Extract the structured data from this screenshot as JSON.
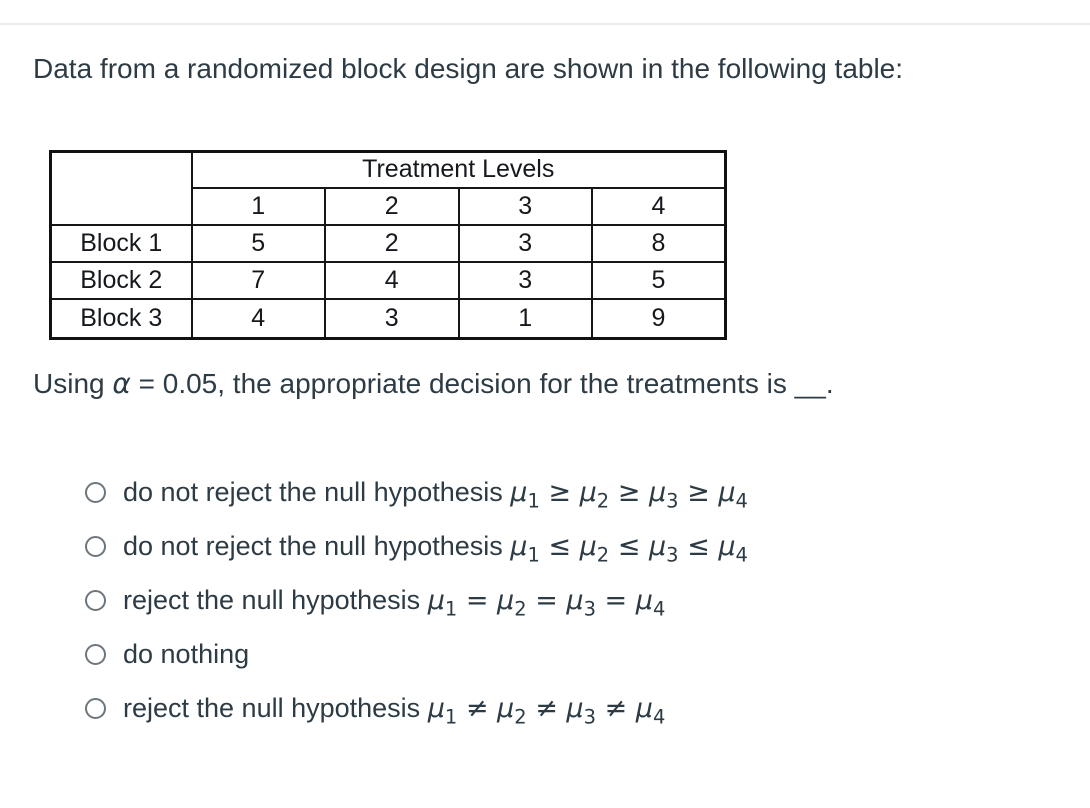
{
  "question": {
    "prompt": "Data from a randomized block design are shown in the following table:",
    "alpha_line": {
      "pre": "Using ",
      "alpha": "α",
      "post": " = 0.05, the appropriate decision for the treatments is __."
    }
  },
  "table": {
    "header": "Treatment Levels",
    "columns": [
      "1",
      "2",
      "3",
      "4"
    ],
    "rows": [
      {
        "label": "Block 1",
        "values": [
          "5",
          "2",
          "3",
          "8"
        ]
      },
      {
        "label": "Block 2",
        "values": [
          "7",
          "4",
          "3",
          "5"
        ]
      },
      {
        "label": "Block 3",
        "values": [
          "4",
          "3",
          "1",
          "9"
        ]
      }
    ]
  },
  "options": [
    {
      "label": "do not reject the null hypothesis ",
      "formula": "μ1 ≥ μ2 ≥ μ3 ≥ μ4",
      "selected": false
    },
    {
      "label": "do not reject the null hypothesis ",
      "formula": "μ1 ≤ μ2 ≤ μ3 ≤ μ4",
      "selected": false
    },
    {
      "label": "reject the null hypothesis ",
      "formula": "μ1 = μ2 = μ3 = μ4",
      "selected": false
    },
    {
      "label": "do nothing",
      "formula": "",
      "selected": false
    },
    {
      "label": "reject the null hypothesis ",
      "formula": "μ1 ≠ μ2 ≠ μ3 ≠ μ4",
      "selected": false
    }
  ],
  "colors": {
    "text": "#2d3b45",
    "table_border": "#111111",
    "radio_border": "#6e767d",
    "top_divider": "#ebebeb"
  }
}
